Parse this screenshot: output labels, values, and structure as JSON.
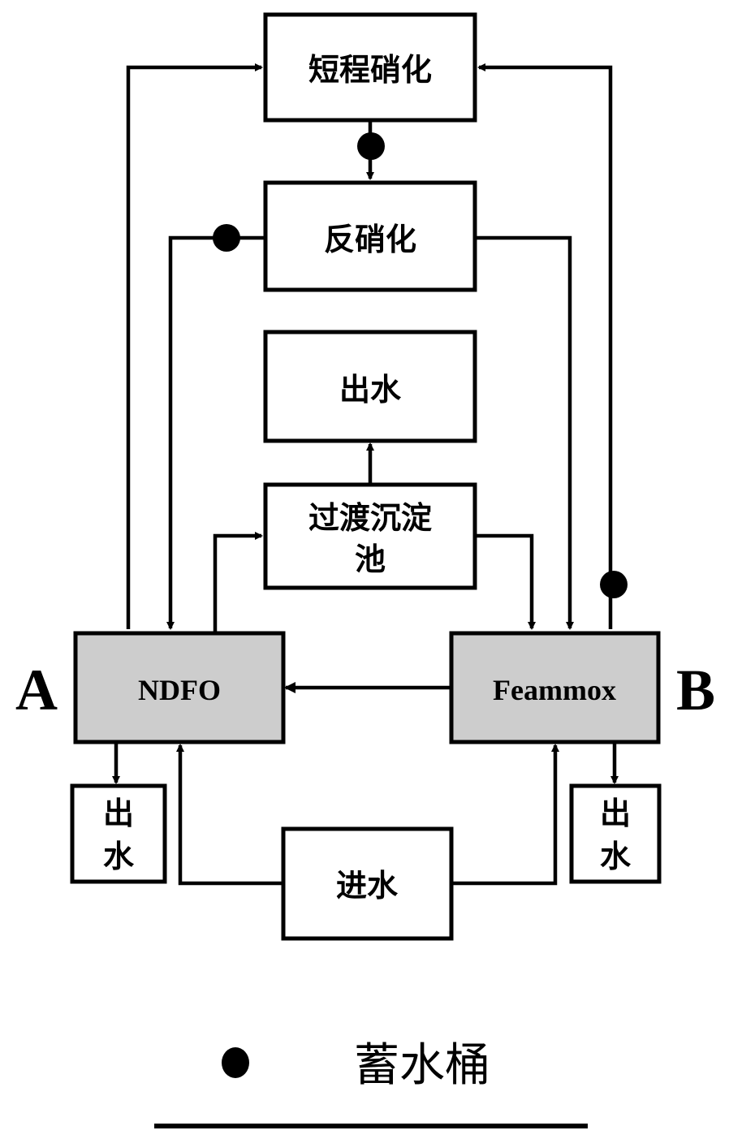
{
  "nodes": {
    "short_nitrification": "短程硝化",
    "denitrification": "反硝化",
    "effluent_top": "出水",
    "transition_settling_line1": "过渡沉淀",
    "transition_settling_line2": "池",
    "ndfo": "NDFO",
    "feammox": "Feammox",
    "effluent_a_line1": "出",
    "effluent_a_line2": "水",
    "effluent_b_line1": "出",
    "effluent_b_line2": "水",
    "influent": "进水"
  },
  "reactor_labels": {
    "a": "A",
    "b": "B"
  },
  "legend": {
    "symbol": "filled-circle",
    "label": "蓄水桶"
  },
  "colors": {
    "reactor_fill": "#cdcdcd",
    "line": "#000000",
    "box_fill": "#ffffff"
  }
}
